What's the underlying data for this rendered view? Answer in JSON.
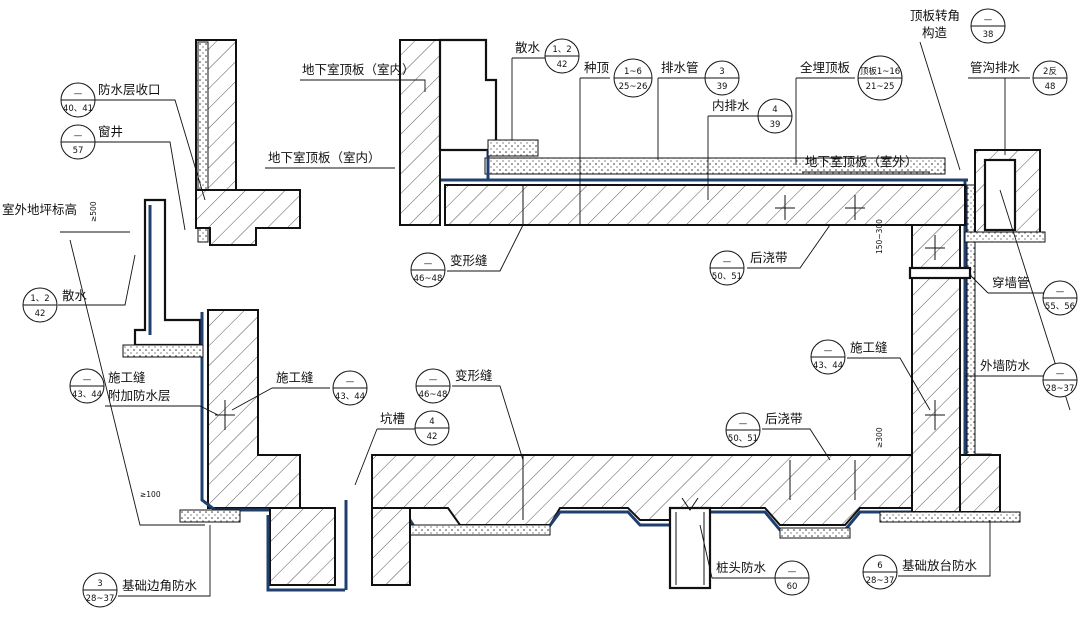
{
  "labels": {
    "basement_roof_indoor_top": "地下室顶板（室内）",
    "basement_roof_indoor_left": "地下室顶板（室内）",
    "basement_roof_outdoor": "地下室顶板（室外）",
    "waterproof_layer_end": "防水层收口",
    "window_well": "窗井",
    "outdoor_grade": "室外地坪标高",
    "apron_left": "散水",
    "apron_top": "散水",
    "planting_roof": "种顶",
    "drain_pipe": "排水管",
    "inner_drain": "内排水",
    "full_buried_roof": "全埋顶板",
    "roof_corner_line1": "顶板转角",
    "roof_corner_line2": "构造",
    "trench_drain": "管沟排水",
    "deformation_joint_top": "变形缝",
    "post_pour_strip_top": "后浇带",
    "wall_penetration_pipe": "穿墙管",
    "construction_joint_right": "施工缝",
    "exterior_wall_wp": "外墙防水",
    "construction_joint_left_line1": "施工缝",
    "construction_joint_left_line2": "附加防水层",
    "construction_joint_mid": "施工缝",
    "pit": "坑槽",
    "deformation_joint_bottom": "变形缝",
    "post_pour_strip_bottom": "后浇带",
    "pile_head_wp": "桩头防水",
    "foundation_corner_wp": "基础边角防水",
    "foundation_platform_wp": "基础放台防水",
    "dim_500": "≥500",
    "dim_100": "≥100",
    "dim_300": "≥300",
    "dim_150_300": "150~300"
  },
  "refs": {
    "waterproof_layer_end": {
      "top": "—",
      "bottom": "40、41"
    },
    "window_well": {
      "top": "—",
      "bottom": "57"
    },
    "apron_left": {
      "top": "1、2",
      "bottom": "42"
    },
    "apron_top": {
      "top": "1、2",
      "bottom": "42"
    },
    "planting_roof": {
      "top": "1~6",
      "bottom": "25~26"
    },
    "drain_pipe": {
      "top": "3",
      "bottom": "39"
    },
    "inner_drain": {
      "top": "4",
      "bottom": "39"
    },
    "full_buried_roof": {
      "top": "顶板1~16",
      "bottom": "21~25"
    },
    "roof_corner": {
      "top": "—",
      "bottom": "38"
    },
    "trench_drain": {
      "top": "2反",
      "bottom": "48"
    },
    "deformation_joint_top": {
      "top": "—",
      "bottom": "46~48"
    },
    "post_pour_strip_top": {
      "top": "—",
      "bottom": "50、51"
    },
    "wall_penetration_pipe": {
      "top": "—",
      "bottom": "55、56"
    },
    "construction_joint_right": {
      "top": "—",
      "bottom": "43、44"
    },
    "exterior_wall_wp": {
      "top": "—",
      "bottom": "28~37"
    },
    "construction_joint_left": {
      "top": "—",
      "bottom": "43、44"
    },
    "construction_joint_mid": {
      "top": "—",
      "bottom": "43、44"
    },
    "pit": {
      "top": "4",
      "bottom": "42"
    },
    "deformation_joint_bottom": {
      "top": "—",
      "bottom": "46~48"
    },
    "post_pour_strip_bottom": {
      "top": "—",
      "bottom": "50、51"
    },
    "pile_head_wp": {
      "top": "—",
      "bottom": "60"
    },
    "foundation_corner_wp": {
      "top": "3",
      "bottom": "28~37"
    },
    "foundation_platform_wp": {
      "top": "6",
      "bottom": "28~37"
    }
  },
  "colors": {
    "line": "#111111",
    "waterproof_layer": "#1f3f6e",
    "background": "#ffffff"
  }
}
